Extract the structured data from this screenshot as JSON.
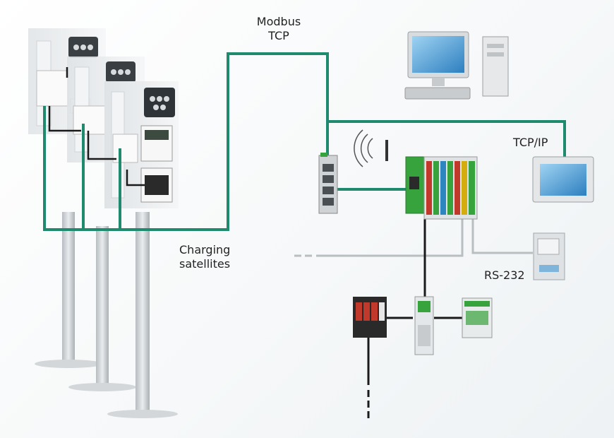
{
  "labels": {
    "modbus_line1": "Modbus",
    "modbus_line2": "TCP",
    "tcpip": "TCP/IP",
    "charging_line1": "Charging",
    "charging_line2": "satellites",
    "rs232": "RS-232"
  },
  "colors": {
    "network_green": "#1f8a6e",
    "serial_gray": "#b9bec1",
    "bus_black": "#1a1a1a",
    "module_green": "#37a33c",
    "panel_gray": "#e3e6e8",
    "pole_gray": "#c9ced1"
  }
}
